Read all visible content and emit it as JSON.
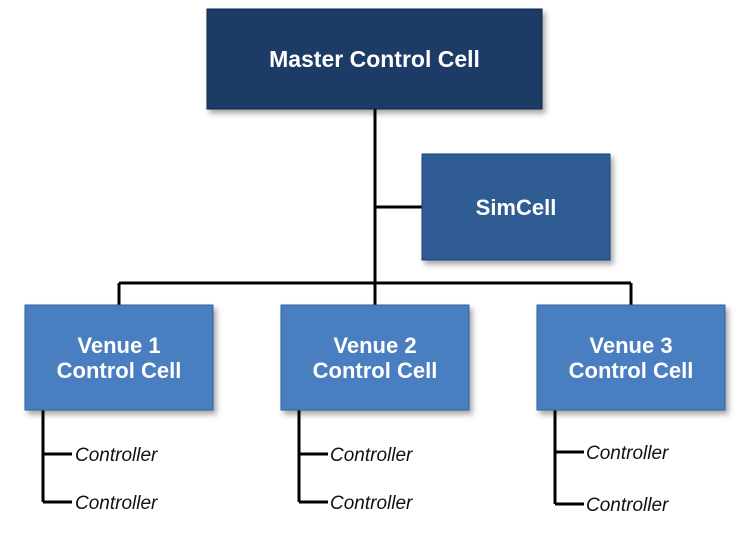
{
  "colors": {
    "master": "#1b3a66",
    "simcell": "#2f5c93",
    "venue": "#4a7fc0",
    "connector": "#000000"
  },
  "master": {
    "label": "Master Control Cell"
  },
  "simcell": {
    "label": "SimCell"
  },
  "venues": [
    {
      "line1": "Venue 1",
      "line2": "Control Cell",
      "controllers": [
        "Controller",
        "Controller"
      ]
    },
    {
      "line1": "Venue 2",
      "line2": "Control Cell",
      "controllers": [
        "Controller",
        "Controller"
      ]
    },
    {
      "line1": "Venue 3",
      "line2": "Control Cell",
      "controllers": [
        "Controller",
        "Controller"
      ]
    }
  ]
}
